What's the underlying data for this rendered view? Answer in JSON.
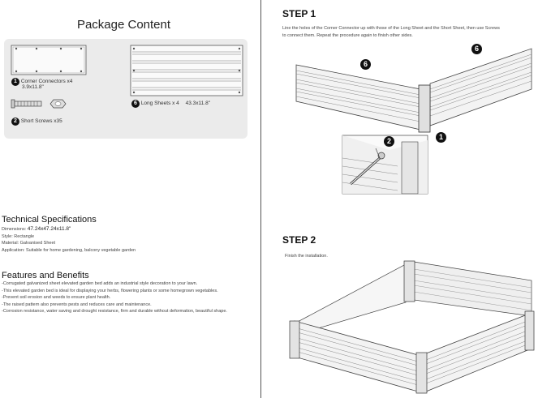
{
  "package": {
    "title": "Package Content",
    "corner_connectors": {
      "badge": "1",
      "label": "Corner Connectors x4",
      "size": "3.9x11.8\""
    },
    "short_screws": {
      "badge": "2",
      "label": "Short Screws x35"
    },
    "long_sheets": {
      "badge": "6",
      "label": "Long Sheets x 4",
      "size": "43.3x11.8\""
    }
  },
  "technical": {
    "title": "Technical Specifications",
    "dimensions_label": "Dimensions:",
    "dimensions_value": "47.24x47.24x11.8\"",
    "style": "Style: Rectangle",
    "material": "Material: Galvanised Sheet",
    "application": "Application: Suitable for home gardening, balcony vegetable garden"
  },
  "features": {
    "title": "Features and Benefits",
    "items": [
      "-Corrugated galvanized sheet elevated garden bed adds an industrial style decoration to your lawn.",
      "-This elevated garden bed is ideal for displaying your herbs, flowering plants or some homegrown vegetables.",
      "-Prevent soil erosion and weeds to ensure plant health.",
      "-The raised pattern also prevents pests and reduces care and maintenance.",
      "-Corrosion resistance, water saving and drought resistance, firm and durable without deformation, beautiful shape."
    ]
  },
  "step1": {
    "title": "STEP 1",
    "instruction_line1": "Line the holes of the Corner Connector up with those of the Long Sheet and the Short Sheet, then use Screws",
    "instruction_line2": "to connect them. Repeat the procedure again to finish other sides.",
    "badge_left": "6",
    "badge_right": "6",
    "badge_connector": "1",
    "badge_screw": "2"
  },
  "step2": {
    "title": "STEP 2",
    "instruction": "Finish the installation."
  }
}
